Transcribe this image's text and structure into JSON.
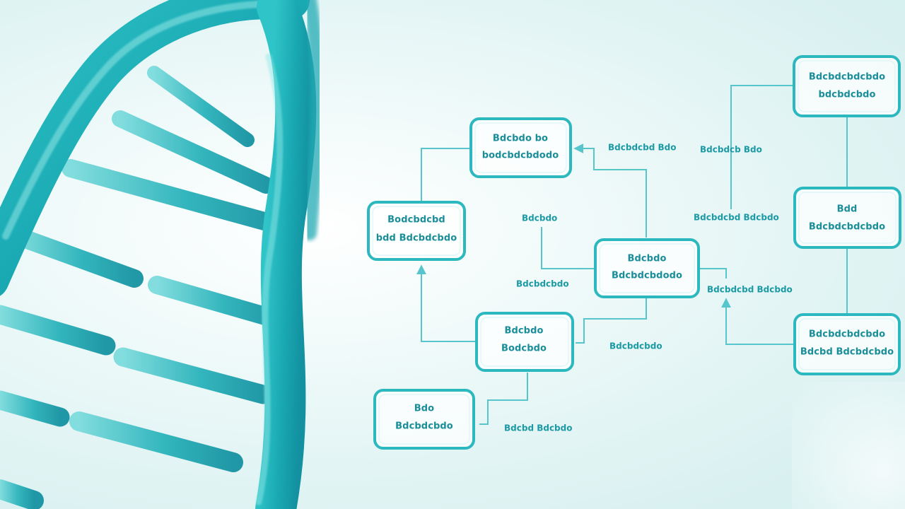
{
  "diagram": {
    "nodes": [
      {
        "id": "node-top-center",
        "lines": [
          "Bdcbdo bo",
          "bodcbdcbdodo"
        ]
      },
      {
        "id": "node-left",
        "lines": [
          "Bodcbdcbd",
          "bdd Bdcbdcbdo"
        ]
      },
      {
        "id": "node-middle",
        "lines": [
          "Bdcbdo",
          "Bdcbdcbdodo"
        ]
      },
      {
        "id": "node-bottom-middle",
        "lines": [
          "Bdcbdo",
          "Bodcbdo"
        ]
      },
      {
        "id": "node-bottom-left",
        "lines": [
          "Bdo",
          "Bdcbdcbdo"
        ]
      },
      {
        "id": "node-top-right",
        "lines": [
          "Bdcbdcbdcbdo",
          "bdcbdcbdo"
        ]
      },
      {
        "id": "node-mid-right",
        "lines": [
          "Bdd",
          "Bdcbdcbdcbdo"
        ]
      },
      {
        "id": "node-bottom-right",
        "lines": [
          "Bdcbdcbdcbdo",
          "Bdcbd Bdcbdcbdo"
        ]
      }
    ],
    "labels": [
      {
        "id": "edge-label-top",
        "text": "Bdcbdcbd Bdo"
      },
      {
        "id": "edge-label-top-right",
        "text": "Bdcbdcb Bdo"
      },
      {
        "id": "edge-label-left-mid",
        "text": "Bdcbdo"
      },
      {
        "id": "edge-label-center-right",
        "text": "Bdcbdcbd Bdcbdo"
      },
      {
        "id": "edge-label-middle-left",
        "text": "Bdcbdcbdo"
      },
      {
        "id": "edge-label-right-middle",
        "text": "Bdcbdcbd Bdcbdo"
      },
      {
        "id": "edge-label-bottom",
        "text": "Bdcbdcbdo"
      },
      {
        "id": "edge-label-bottom-left",
        "text": "Bdcbd Bdcbdo"
      }
    ]
  }
}
